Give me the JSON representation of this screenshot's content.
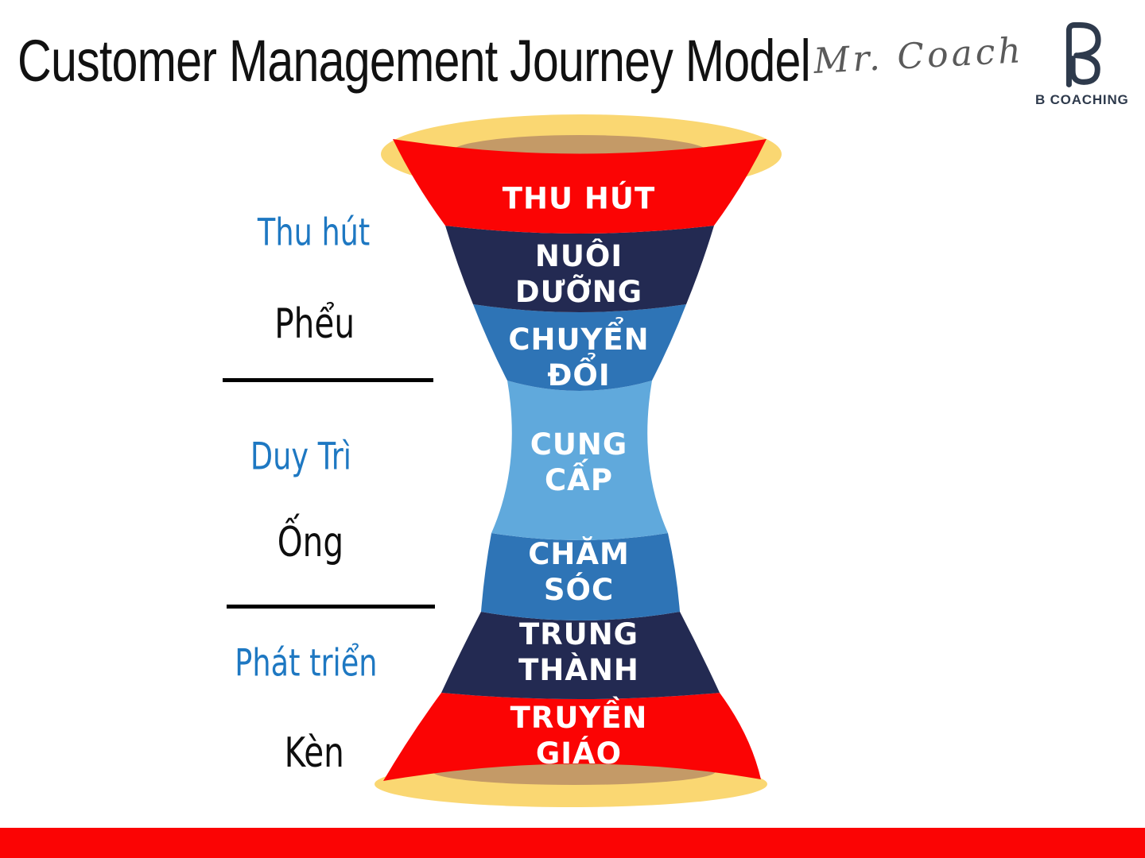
{
  "header": {
    "title": "Customer Management Journey Model",
    "signature": "Mr. Coach",
    "logo_text": "B COACHING"
  },
  "side_panel": {
    "groups": [
      {
        "stage": "Thu hút",
        "shape": "Phểu"
      },
      {
        "stage": "Duy Trì",
        "shape": "Ống"
      },
      {
        "stage": "Phát triển",
        "shape": "Kèn"
      }
    ]
  },
  "funnel": {
    "stages": [
      {
        "name": "thu-hut",
        "lines": [
          "THU HÚT",
          ""
        ],
        "color": "#fb0404"
      },
      {
        "name": "nuoi-duong",
        "lines": [
          "NUÔI",
          "DƯỠNG"
        ],
        "color": "#232a52"
      },
      {
        "name": "chuyen-doi",
        "lines": [
          "CHUYỂN",
          "ĐỔI"
        ],
        "color": "#2e74b6"
      },
      {
        "name": "cung-cap",
        "lines": [
          "CUNG",
          "CẤP"
        ],
        "color": "#60a9dc"
      },
      {
        "name": "cham-soc",
        "lines": [
          "CHĂM",
          "SÓC"
        ],
        "color": "#2e74b6"
      },
      {
        "name": "trung-thanh",
        "lines": [
          "TRUNG",
          "THÀNH"
        ],
        "color": "#232a52"
      },
      {
        "name": "truyen-giao",
        "lines": [
          "TRUYỀN",
          "GIÁO"
        ],
        "color": "#fb0404"
      }
    ],
    "rim_color": "#fad772",
    "inner_surface_color": "#c49a67"
  },
  "colors": {
    "accent_red": "#fb0404",
    "navy": "#232a52",
    "blue": "#2e74b6",
    "light_blue": "#60a9dc",
    "yellow": "#fad772",
    "tan": "#c49a67",
    "side_stage_blue": "#1e78c2",
    "text_black": "#111111",
    "logo_navy": "#2e3a4c",
    "signature_gray": "#5a5a5a",
    "bottom_bar_red": "#fb0404"
  }
}
